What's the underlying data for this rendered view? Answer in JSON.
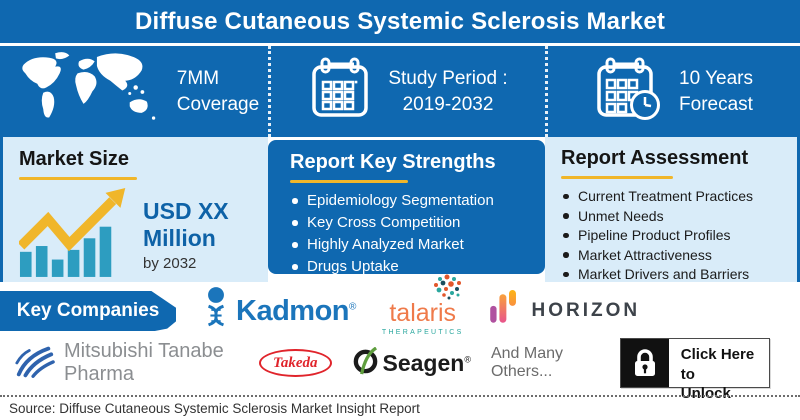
{
  "header": {
    "title": "Diffuse Cutaneous Systemic Sclerosis Market"
  },
  "highlights": [
    {
      "icon": "world-map-icon",
      "line1": "7MM",
      "line2": "Coverage"
    },
    {
      "icon": "calendar-icon",
      "line1": "Study Period :",
      "line2": "2019-2032"
    },
    {
      "icon": "calendar-clock-icon",
      "line1": "10 Years",
      "line2": "Forecast"
    }
  ],
  "market_size": {
    "heading": "Market Size",
    "icon": "growth-chart-icon",
    "value": "USD XX Million",
    "period": "by 2032"
  },
  "key_strengths": {
    "heading": "Report Key Strengths",
    "items": [
      "Epidemiology Segmentation",
      "Key Cross Competition",
      "Highly Analyzed Market",
      "Drugs Uptake"
    ]
  },
  "assessment": {
    "heading": "Report Assessment",
    "items": [
      "Current Treatment Practices",
      "Unmet Needs",
      "Pipeline Product Profiles",
      "Market Attractiveness",
      "Market Drivers and Barriers"
    ]
  },
  "companies": {
    "label": "Key Companies",
    "kadmon": {
      "name": "Kadmon",
      "mark": "®"
    },
    "talaris": {
      "name": "talaris",
      "sub": "THERAPEUTICS"
    },
    "horizon": {
      "name": "HORIZON"
    },
    "mitsubishi": {
      "name": "Mitsubishi Tanabe Pharma"
    },
    "takeda": {
      "name": "Takeda"
    },
    "seagen": {
      "name": "Seagen",
      "mark": "®"
    },
    "more": "And Many Others..."
  },
  "unlock": {
    "icon": "lock-icon",
    "line1": "Click Here to",
    "line2": "Unlock"
  },
  "footer": {
    "source": "Source: Diffuse Cutaneous Systemic Sclerosis Market Insight Report"
  },
  "colors": {
    "primary_blue": "#0f68b0",
    "light_panel": "#d9ecf9",
    "accent_gold": "#f0b62a",
    "bar_teal": "#2d9dc0",
    "kadmon_blue": "#1b75bb",
    "talaris_orange": "#ef7a4a",
    "takeda_red": "#e0242b",
    "seagen_green": "#5f9e3e",
    "mitsubishi_blue": "#2f63ad"
  }
}
